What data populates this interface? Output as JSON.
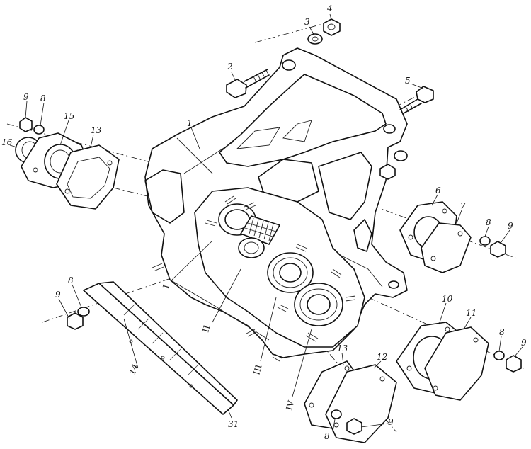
{
  "parts": [
    {
      "id": "p1",
      "label": "1"
    },
    {
      "id": "p2",
      "label": "2"
    },
    {
      "id": "p3",
      "label": "3"
    },
    {
      "id": "p4",
      "label": "4"
    },
    {
      "id": "p5",
      "label": "5"
    },
    {
      "id": "p6",
      "label": "6"
    },
    {
      "id": "p7",
      "label": "7"
    },
    {
      "id": "p8a",
      "label": "8"
    },
    {
      "id": "p8b",
      "label": "8"
    },
    {
      "id": "p8c",
      "label": "8"
    },
    {
      "id": "p8d",
      "label": "8"
    },
    {
      "id": "p8e",
      "label": "8"
    },
    {
      "id": "p9a",
      "label": "9"
    },
    {
      "id": "p9b",
      "label": "9"
    },
    {
      "id": "p9c",
      "label": "9"
    },
    {
      "id": "p9d",
      "label": "9"
    },
    {
      "id": "p9e",
      "label": "9"
    },
    {
      "id": "p10",
      "label": "10"
    },
    {
      "id": "p11",
      "label": "11"
    },
    {
      "id": "p12",
      "label": "12"
    },
    {
      "id": "p13a",
      "label": "13"
    },
    {
      "id": "p13b",
      "label": "13"
    },
    {
      "id": "p14",
      "label": "14"
    },
    {
      "id": "p15",
      "label": "15"
    },
    {
      "id": "p16",
      "label": "16"
    },
    {
      "id": "p31",
      "label": "31"
    }
  ],
  "shafts": [
    {
      "id": "sI",
      "label": "I"
    },
    {
      "id": "sII",
      "label": "II"
    },
    {
      "id": "sIII",
      "label": "III"
    },
    {
      "id": "sIV",
      "label": "IV"
    }
  ]
}
